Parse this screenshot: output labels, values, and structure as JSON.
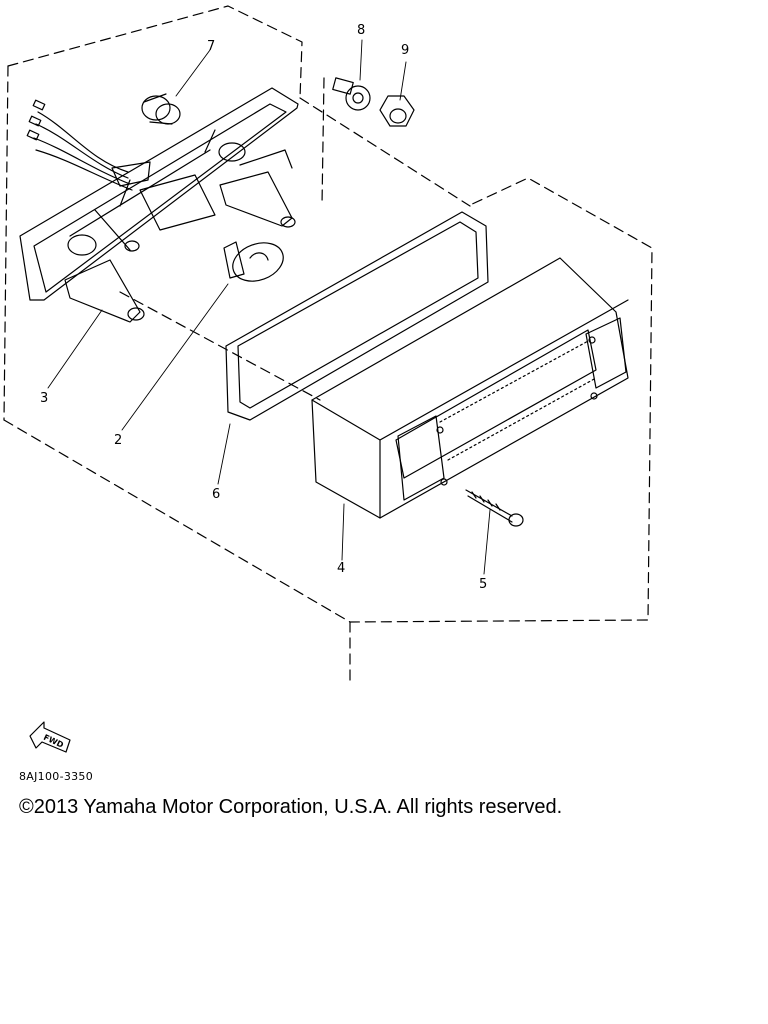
{
  "callouts": [
    {
      "id": "2",
      "label": "2"
    },
    {
      "id": "3",
      "label": "3"
    },
    {
      "id": "4",
      "label": "4"
    },
    {
      "id": "5",
      "label": "5"
    },
    {
      "id": "6",
      "label": "6"
    },
    {
      "id": "7",
      "label": "7"
    },
    {
      "id": "8",
      "label": "8"
    },
    {
      "id": "9",
      "label": "9"
    }
  ],
  "fwd_label": "FWD",
  "part_code": "8AJ100-3350",
  "copyright": "©2013 Yamaha Motor Corporation, U.S.A. All rights reserved."
}
